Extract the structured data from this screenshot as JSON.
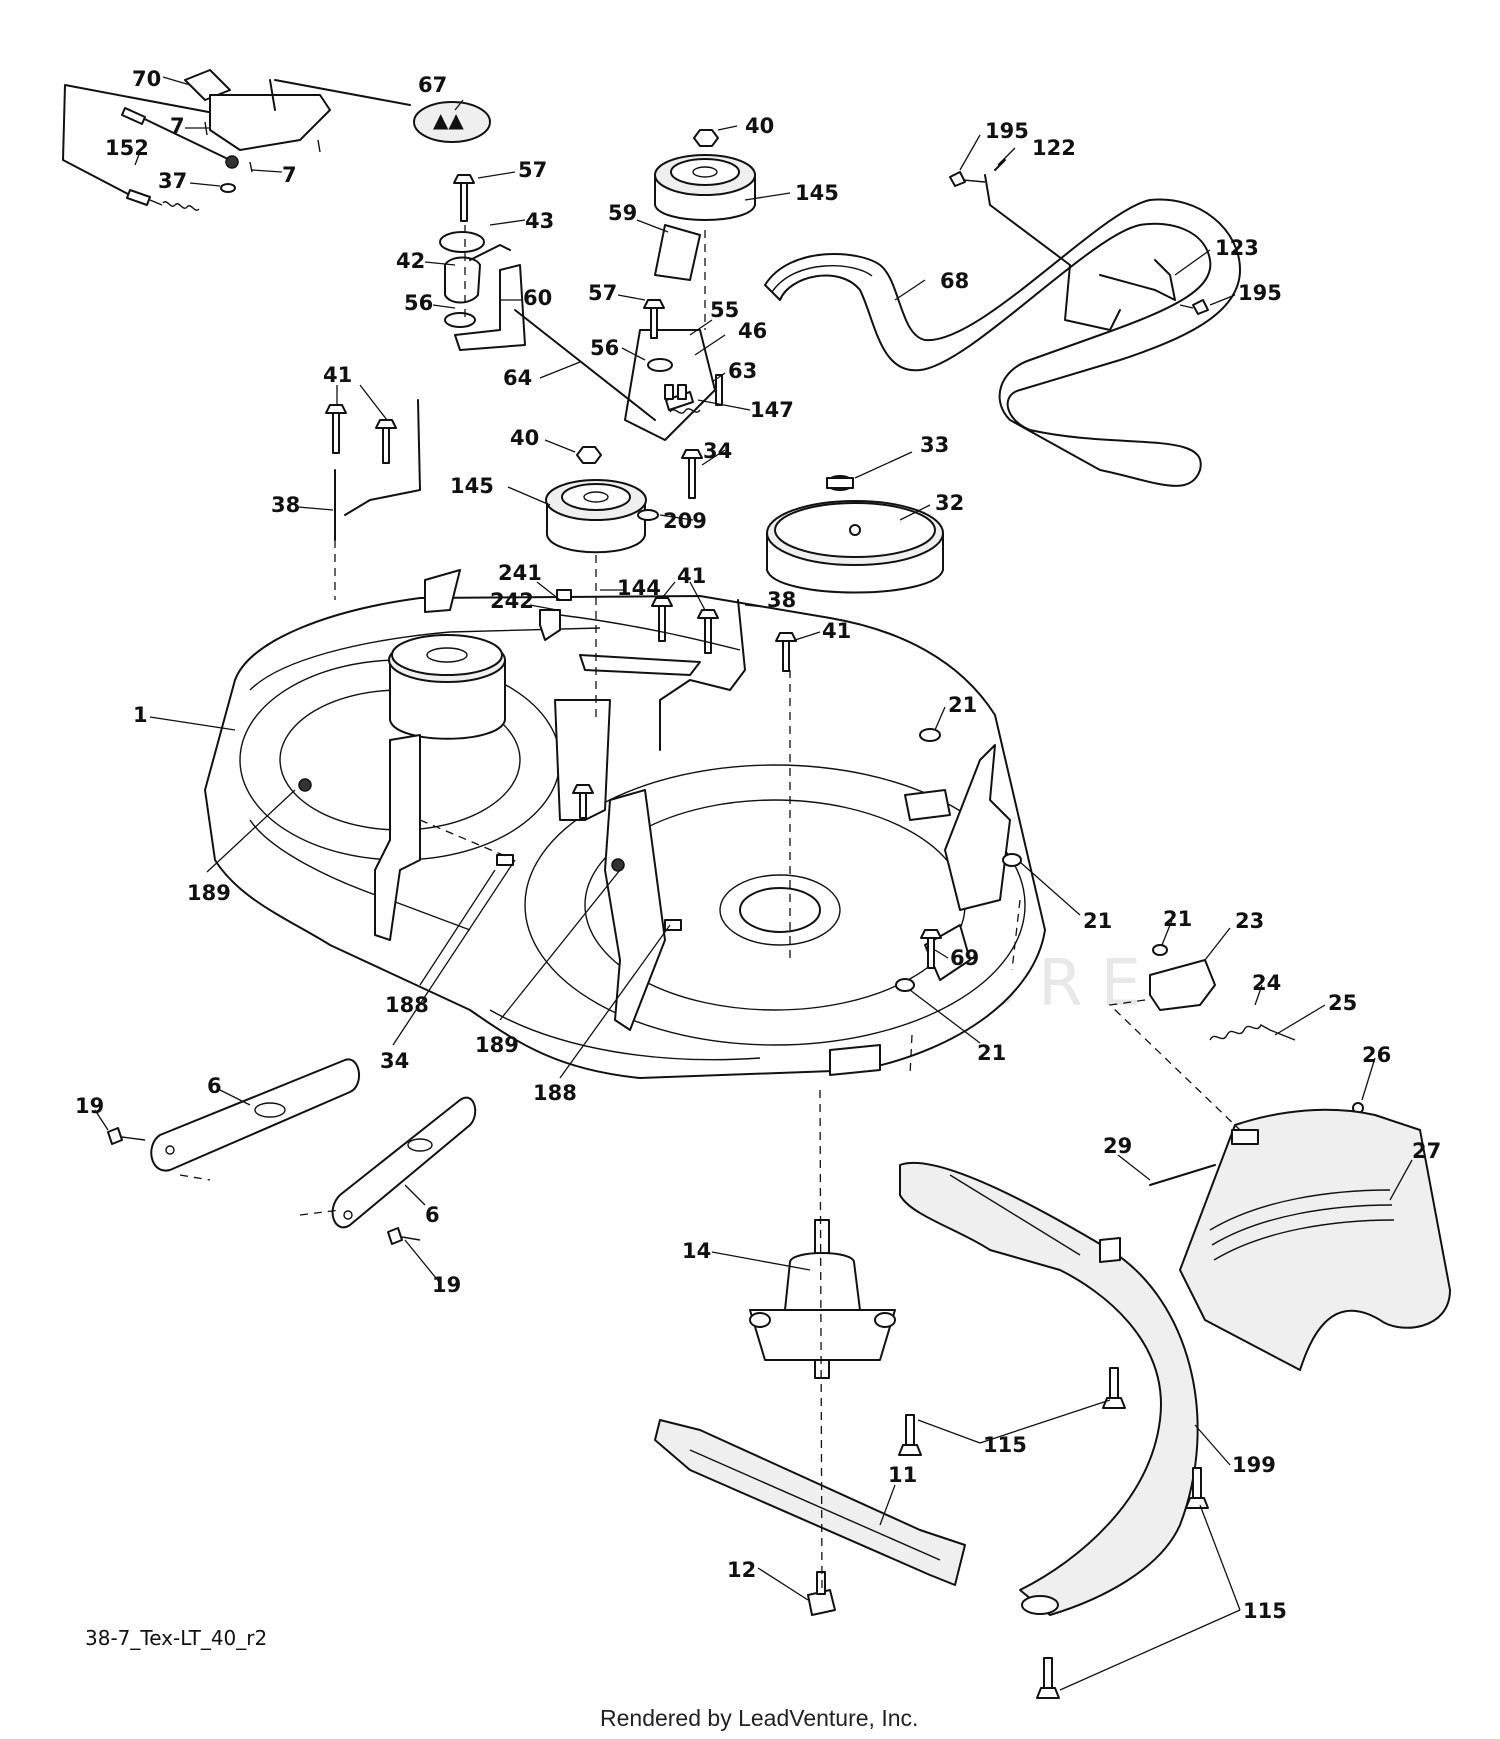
{
  "diagram": {
    "drawing_id": "38-7_Tex-LT_40_r2",
    "watermark": "LEADVENTURE",
    "footer": "Rendered by LeadVenture, Inc.",
    "callouts": [
      "70",
      "67",
      "7",
      "152",
      "7",
      "37",
      "57",
      "43",
      "42",
      "60",
      "56",
      "40",
      "145",
      "59",
      "57",
      "55",
      "46",
      "56",
      "64",
      "63",
      "147",
      "40",
      "34",
      "209",
      "145",
      "195",
      "122",
      "68",
      "123",
      "195",
      "33",
      "32",
      "41",
      "38",
      "241",
      "144",
      "41",
      "242",
      "38",
      "41",
      "1",
      "21",
      "189",
      "21",
      "188",
      "34",
      "189",
      "188",
      "69",
      "21",
      "21",
      "23",
      "24",
      "25",
      "26",
      "19",
      "6",
      "6",
      "19",
      "29",
      "27",
      "14",
      "115",
      "199",
      "11",
      "12",
      "115"
    ]
  }
}
